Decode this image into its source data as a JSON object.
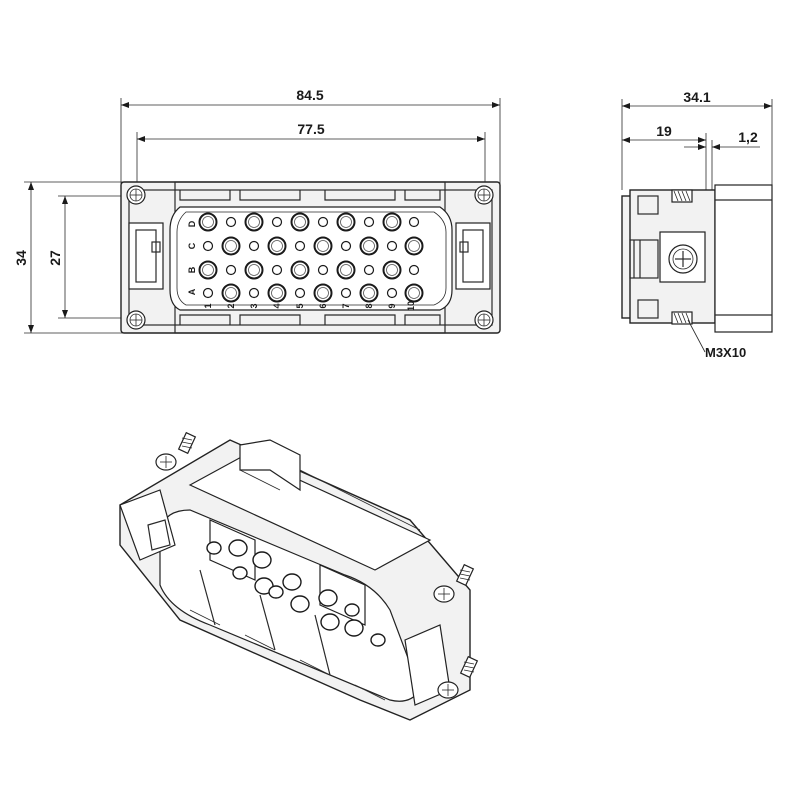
{
  "dimensions": {
    "front_width_outer": "84.5",
    "front_width_inner": "77.5",
    "front_height_outer": "34",
    "front_height_inner": "27",
    "side_depth": "34.1",
    "side_inner": "19",
    "side_small": "1,2",
    "screw_label": "M3X10"
  },
  "pin_rows": [
    "A",
    "B",
    "C",
    "D"
  ],
  "pin_columns": [
    "1",
    "2",
    "3",
    "4",
    "5",
    "6",
    "7",
    "8",
    "9",
    "10"
  ]
}
